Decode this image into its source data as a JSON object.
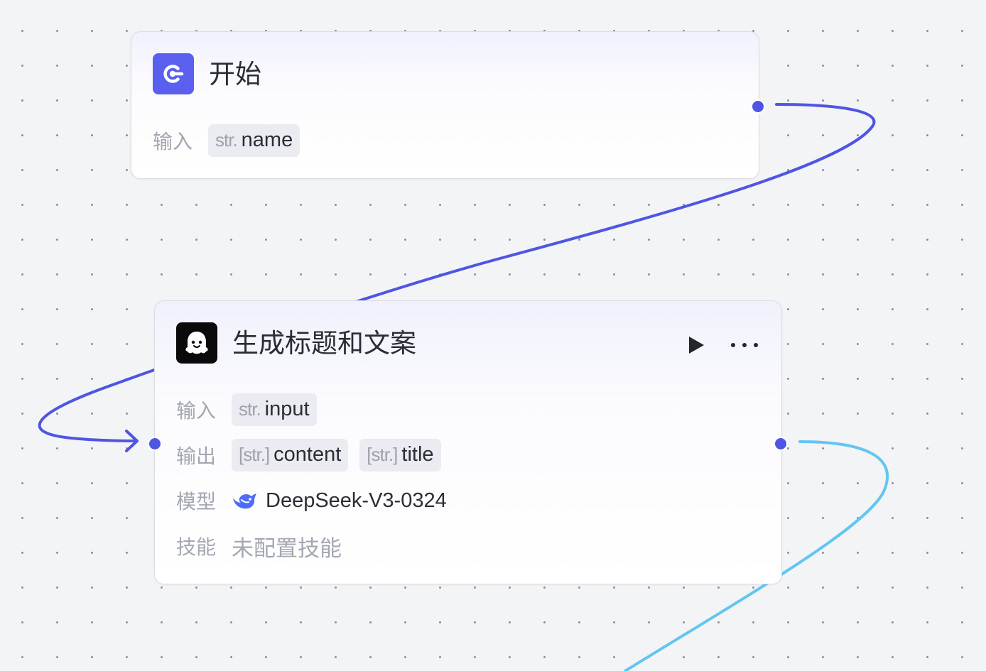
{
  "colors": {
    "accent": "#5a5ff0",
    "edge_primary": "#4f55e3",
    "edge_secondary": "#62c6f2",
    "canvas_bg": "#f3f4f6"
  },
  "start_node": {
    "title": "开始",
    "icon": "start-icon",
    "input_label": "输入",
    "inputs": [
      {
        "type": "str.",
        "name": "name"
      }
    ]
  },
  "llm_node": {
    "title": "生成标题和文案",
    "icon": "bot-icon",
    "actions": {
      "run_icon": "play-icon",
      "more_icon": "more-icon"
    },
    "input_label": "输入",
    "inputs": [
      {
        "type": "str.",
        "name": "input"
      }
    ],
    "output_label": "输出",
    "outputs": [
      {
        "type": "[str.]",
        "name": "content"
      },
      {
        "type": "[str.]",
        "name": "title"
      }
    ],
    "model_label": "模型",
    "model": {
      "icon": "deepseek-whale-icon",
      "name": "DeepSeek-V3-0324"
    },
    "skill_label": "技能",
    "skill_value": "未配置技能"
  }
}
